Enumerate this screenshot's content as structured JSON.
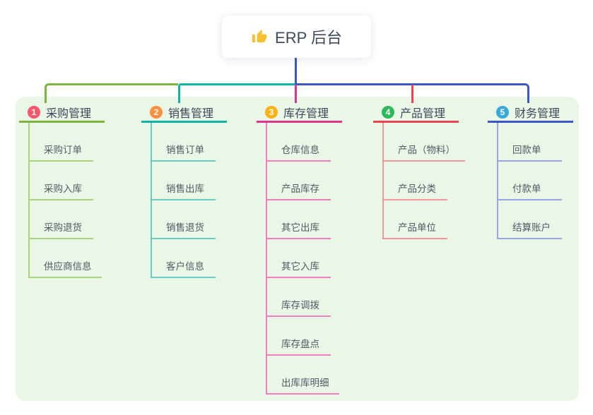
{
  "root": {
    "title": "ERP 后台",
    "icon": "thumbs-up-icon",
    "icon_color": "#f6c02e"
  },
  "branches": [
    {
      "index": "1",
      "label": "采购管理",
      "badge_color": "#f8566d",
      "line_color": "#7db53e",
      "child_line_color": "#a9d47f",
      "children": [
        "采购订单",
        "采购入库",
        "采购退货",
        "供应商信息"
      ]
    },
    {
      "index": "2",
      "label": "销售管理",
      "badge_color": "#fd8f3e",
      "line_color": "#12b5a5",
      "child_line_color": "#66ccc4",
      "children": [
        "销售订单",
        "销售出库",
        "销售退货",
        "客户信息"
      ]
    },
    {
      "index": "3",
      "label": "库存管理",
      "badge_color": "#f9b115",
      "line_color": "#e0338f",
      "child_line_color": "#f07fc0",
      "children": [
        "仓库信息",
        "产品库存",
        "其它出库",
        "其它入库",
        "库存调拨",
        "库存盘点",
        "出库库明细"
      ]
    },
    {
      "index": "4",
      "label": "产品管理",
      "badge_color": "#2eb85c",
      "line_color": "#f04351",
      "child_line_color": "#f59499",
      "children": [
        "产品（物料）",
        "产品分类",
        "产品单位"
      ]
    },
    {
      "index": "5",
      "label": "财务管理",
      "badge_color": "#39a9db",
      "line_color": "#3d56c8",
      "child_line_color": "#94a7e4",
      "children": [
        "回款单",
        "付款单",
        "结算账户"
      ]
    }
  ],
  "colors": {
    "panel_bg": "#ebf7e6",
    "root_stem": "#3d56c8",
    "title_text": "#3c4a5e"
  }
}
